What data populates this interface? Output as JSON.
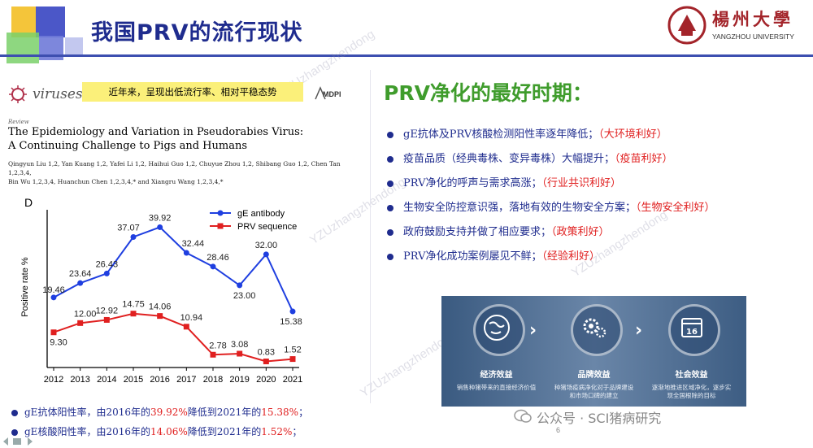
{
  "slide": {
    "title": "我国PRV的流行现状",
    "logo": {
      "name": "楊州大學",
      "en": "YANGZHOU UNIVERSITY"
    },
    "watermark": "YZUzhangzhendong",
    "page_number": "6"
  },
  "paper": {
    "journal": "viruses",
    "publisher": "MDPI",
    "callout": "近年来，呈现出低流行率、相对平稳态势",
    "type": "Review",
    "title_line1": "The Epidemiology and Variation in Pseudorabies Virus:",
    "title_line2": "A Continuing Challenge to Pigs and Humans",
    "authors_line1": "Qingyun Liu 1,2, Yan Kuang 1,2, Yafei Li 1,2, Haihui Guo 1,2, Chuyue Zhou 1,2, Shibang Guo 1,2, Chen Tan 1,2,3,4,",
    "authors_line2": "Bin Wu 1,2,3,4, Huanchun Chen 1,2,3,4,* and Xiangru Wang 1,2,3,4,*"
  },
  "chart_data": {
    "type": "line",
    "panel_label": "D",
    "x": [
      "2012",
      "2013",
      "2014",
      "2015",
      "2016",
      "2017",
      "2018",
      "2019",
      "2020",
      "2021"
    ],
    "ylabel": "Positive rate %",
    "ylim": [
      0,
      45
    ],
    "grid": false,
    "legend_position": "top-right",
    "series": [
      {
        "name": "gE antibody",
        "color": "#1f3fe0",
        "marker": "circle",
        "values": [
          19.46,
          23.64,
          26.43,
          37.07,
          39.92,
          32.44,
          28.46,
          23.0,
          32.0,
          15.38
        ],
        "labels": [
          "19.46",
          "23.64",
          "26.43",
          "37.07",
          "39.92",
          "32.44",
          "28.46",
          "23.00",
          "32.00",
          "15.38"
        ]
      },
      {
        "name": "PRV sequence",
        "color": "#e02020",
        "marker": "square",
        "values": [
          9.3,
          12.0,
          12.92,
          14.75,
          14.06,
          10.94,
          2.78,
          3.08,
          0.83,
          1.52
        ],
        "labels": [
          "9.30",
          "12.00",
          "12.92",
          "14.75",
          "14.06",
          "10.94",
          "2.78",
          "3.08",
          "0.83",
          "1.52"
        ]
      }
    ]
  },
  "summary": [
    {
      "pre": "gE抗体阳性率，由2016年的",
      "hi1": "39.92%",
      "mid": "降低到2021年的",
      "hi2": "15.38%",
      "post": "；"
    },
    {
      "pre": "gE核酸阳性率，由2016年的",
      "hi1": "14.06%",
      "mid": "降低到2021年的",
      "hi2": "1.52%",
      "post": "；"
    }
  ],
  "right": {
    "heading": "PRV净化的最好时期：",
    "items": [
      {
        "text": "gE抗体及PRV核酸检测阳性率逐年降低；",
        "tag": "（大环境利好）"
      },
      {
        "text": "疫苗品质（经典毒株、变异毒株）大幅提升；",
        "tag": "（疫苗利好）"
      },
      {
        "text": "PRV净化的呼声与需求高涨；",
        "tag": "（行业共识利好）"
      },
      {
        "text": "生物安全防控意识强，落地有效的生物安全方案；",
        "tag": "（生物安全利好）"
      },
      {
        "text": "政府鼓励支持并做了相应要求；",
        "tag": "（政策利好）"
      },
      {
        "text": "PRV净化成功案例屡见不鲜；",
        "tag": "（经验利好）"
      }
    ],
    "cards": [
      {
        "title": "经济效益",
        "desc": "销售种猪带来的直接经济价值",
        "icon": "globe-icon"
      },
      {
        "title": "品牌效益",
        "desc": "种猪场疫病净化对于品牌建设和市场口碑的建立",
        "icon": "gears-icon"
      },
      {
        "title": "社会效益",
        "desc": "逐渐地推进区域净化，逐步实现全国根除的目标",
        "icon": "calendar-icon"
      }
    ],
    "card_icon_number": "16",
    "wechat": "公众号 · SCI猪病研究"
  }
}
